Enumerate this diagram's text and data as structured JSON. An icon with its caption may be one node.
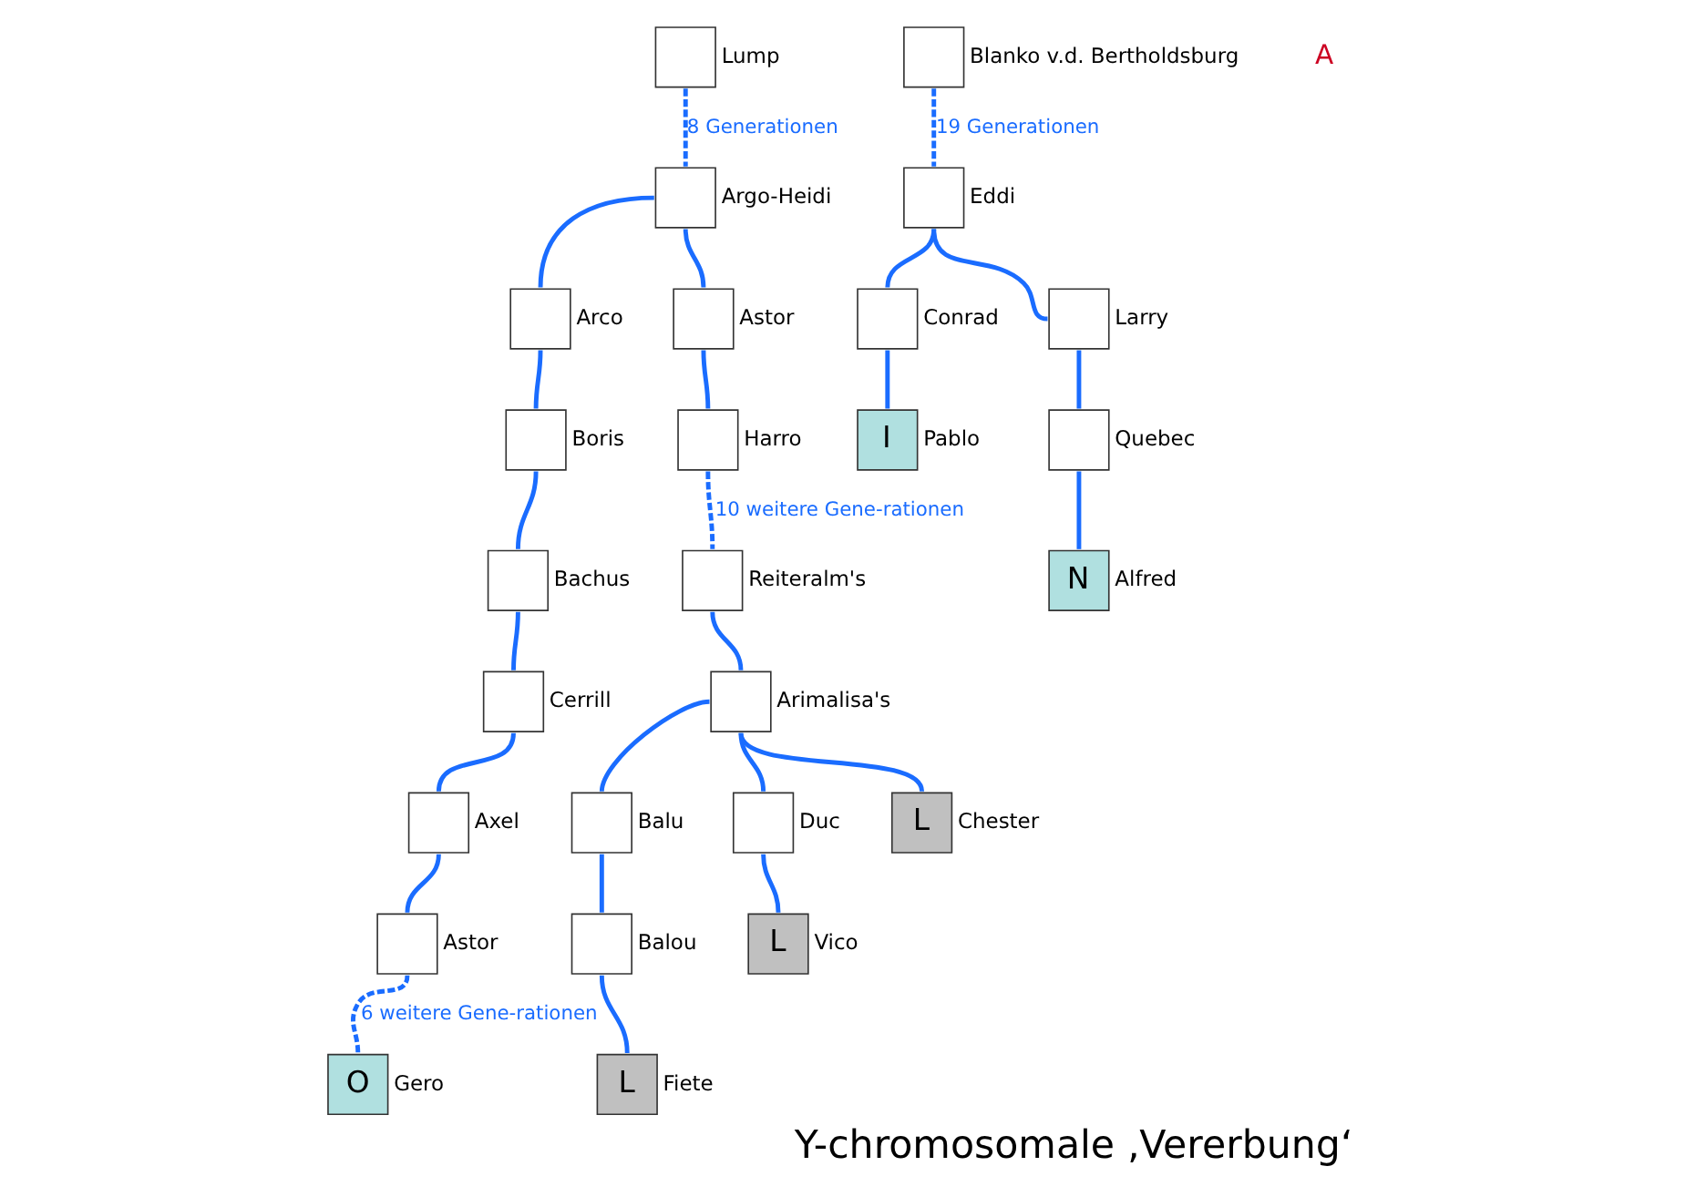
{
  "diagram": {
    "caption": "Y-chromosomale ‚Vererbung‘",
    "nodes": [
      {
        "text": [],
        "shape": "box",
        "beside": [
          "Lump"
        ]
      },
      {
        "text": [],
        "shape": "box",
        "beside": [
          "Argo-Heidi"
        ]
      },
      {
        "text": [],
        "shape": "box",
        "beside": [
          "Arco"
        ]
      },
      {
        "text": [],
        "shape": "box",
        "beside": [
          "Astor"
        ]
      },
      {
        "text": [],
        "shape": "box",
        "beside": [
          "Boris"
        ]
      },
      {
        "text": [],
        "shape": "box",
        "beside": [
          "Harro"
        ]
      },
      {
        "text": [],
        "shape": "box",
        "beside": [
          "Bachus"
        ]
      },
      {
        "text": [],
        "shape": "box",
        "beside": [
          "Cerrill"
        ]
      },
      {
        "text": [],
        "shape": "box",
        "beside": [
          "Axel"
        ]
      },
      {
        "text": [],
        "shape": "box",
        "beside": [
          "Astor"
        ]
      },
      {
        "text": [],
        "shape": "box",
        "beside": [
          "Reiteralm's"
        ]
      },
      {
        "text": [],
        "shape": "box",
        "beside": [
          "Arimalisa's"
        ]
      },
      {
        "text": [],
        "shape": "box",
        "beside": [
          "Balu"
        ]
      },
      {
        "text": [],
        "shape": "box",
        "beside": [
          "Duc"
        ]
      },
      {
        "text": [
          "L"
        ],
        "beside": [
          "Chester"
        ]
      },
      {
        "text": [],
        "shape": "box",
        "beside": [
          "Balou"
        ]
      },
      {
        "text": [
          "L"
        ],
        "beside": [
          "Vico"
        ]
      },
      {
        "text": [
          "L"
        ],
        "beside": [
          "Fiete"
        ]
      },
      {
        "text": [
          "O"
        ],
        "beside": [
          "Gero"
        ]
      },
      {
        "text": [],
        "shape": "box",
        "beside": [
          "Blanko v.d. Bertholdsburg"
        ]
      },
      {
        "text": [],
        "shape": "box",
        "beside": [
          "Eddi"
        ]
      },
      {
        "text": [],
        "shape": "box",
        "beside": [
          "Conrad"
        ]
      },
      {
        "text": [],
        "shape": "box",
        "beside": [
          "Larry"
        ]
      },
      {
        "text": [
          "I"
        ],
        "beside": [
          "Pablo"
        ]
      },
      {
        "text": [],
        "shape": "box",
        "beside": [
          "Quebec"
        ]
      },
      {
        "text": [
          "N"
        ],
        "beside": [
          "Alfred"
        ]
      }
    ],
    "edges": [
      {
        "from": 0,
        "to": 1,
        "arrow": "none",
        "style": "dashed",
        "label": "8 Generationen"
      },
      {
        "from": 1,
        "to": 2,
        "arrow": "none"
      },
      {
        "from": 1,
        "to": 3,
        "arrow": "none"
      },
      {
        "from": 2,
        "to": 4,
        "arrow": "none"
      },
      {
        "from": 3,
        "to": 5,
        "arrow": "none"
      },
      {
        "from": 4,
        "to": 6,
        "arrow": "none"
      },
      {
        "from": 6,
        "to": 7,
        "arrow": "none"
      },
      {
        "from": 7,
        "to": 8,
        "arrow": "none"
      },
      {
        "from": 8,
        "to": 9,
        "arrow": "none"
      },
      {
        "from": 5,
        "to": 10,
        "arrow": "none",
        "style": "dashed",
        "label": "10 weitere Gene-rationen"
      },
      {
        "from": 10,
        "to": 11,
        "arrow": "none"
      },
      {
        "from": 11,
        "to": 12,
        "arrow": "none"
      },
      {
        "from": 11,
        "to": 13,
        "arrow": "none"
      },
      {
        "from": 11,
        "to": 14,
        "arrow": "none"
      },
      {
        "from": 12,
        "to": 15,
        "arrow": "none"
      },
      {
        "from": 13,
        "to": 16,
        "arrow": "none"
      },
      {
        "from": 15,
        "to": 17,
        "arrow": "none"
      },
      {
        "from": 9,
        "to": 18,
        "arrow": "none",
        "style": "dashed",
        "label": "6 weitere Gene-rationen"
      },
      {
        "from": 19,
        "to": 20,
        "arrow": "none",
        "style": "dashed",
        "label": "19 Generationen"
      },
      {
        "from": 20,
        "to": 21,
        "arrow": "none"
      },
      {
        "from": 20,
        "to": 22,
        "arrow": "none"
      },
      {
        "from": 21,
        "to": 23,
        "arrow": "none"
      },
      {
        "from": 22,
        "to": 24,
        "arrow": "none"
      },
      {
        "from": 24,
        "to": 25,
        "arrow": "none"
      }
    ],
    "labels": [
      "A"
    ]
  }
}
